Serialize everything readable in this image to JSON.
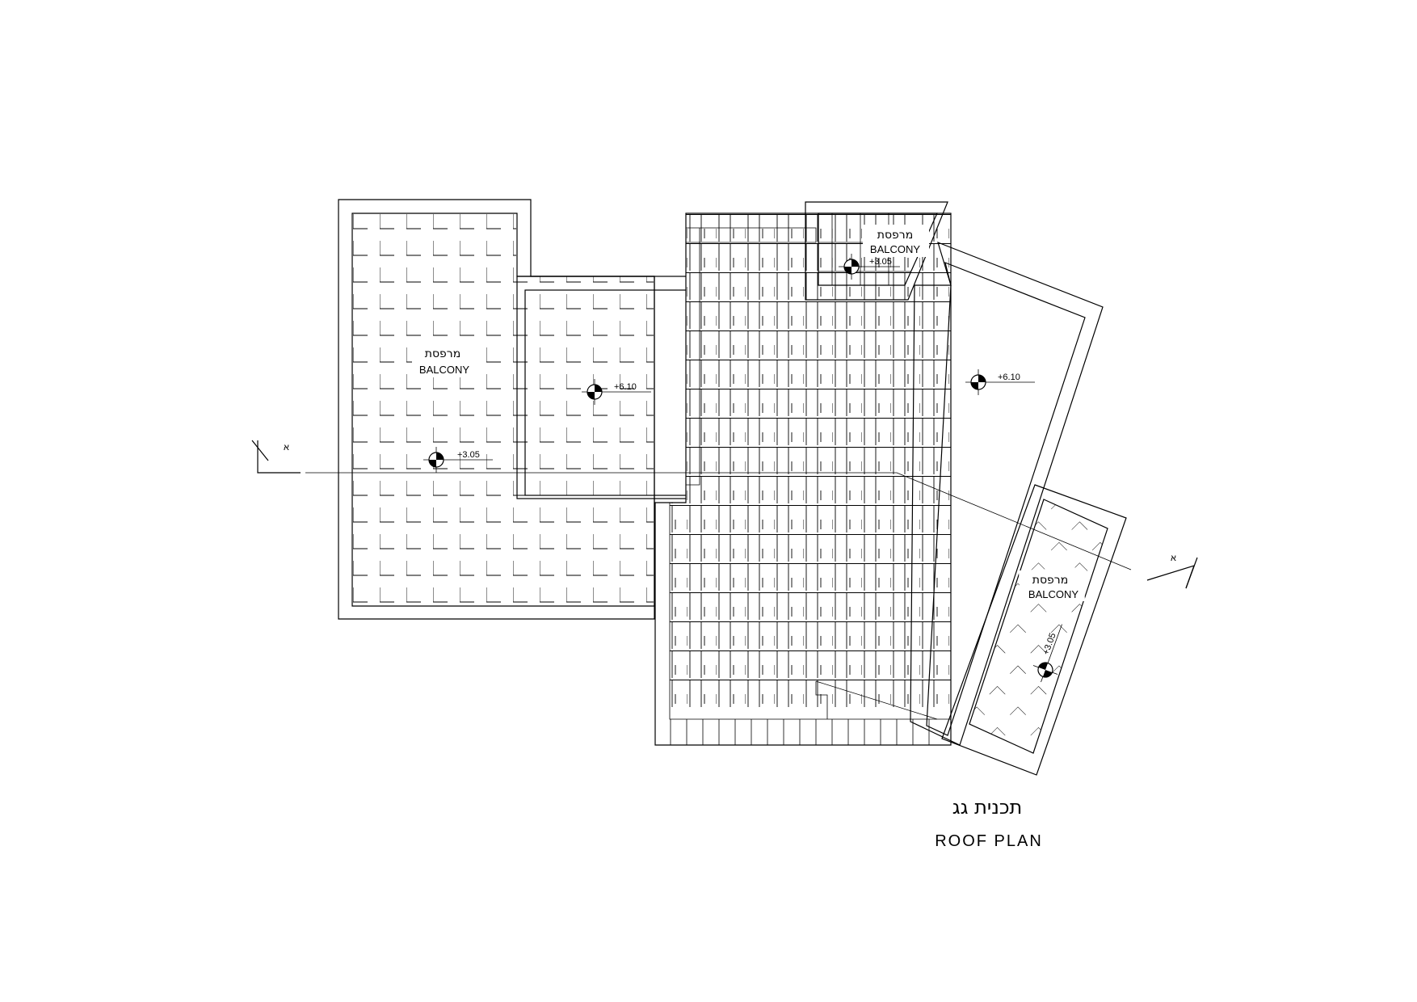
{
  "title": {
    "hebrew": "תכנית גג",
    "english": "ROOF PLAN"
  },
  "areas": [
    {
      "hebrew": "מרפסת",
      "english": "BALCONY",
      "elevation": "+3.05"
    },
    {
      "hebrew": "מרפסת",
      "english": "BALCONY",
      "elevation": "+3.05"
    },
    {
      "hebrew": "מרפסת",
      "english": "BALCONY",
      "elevation": "+3.05"
    }
  ],
  "roof_elevations": [
    "+6.10",
    "+6.10"
  ],
  "section_marks": [
    "א",
    "א"
  ]
}
